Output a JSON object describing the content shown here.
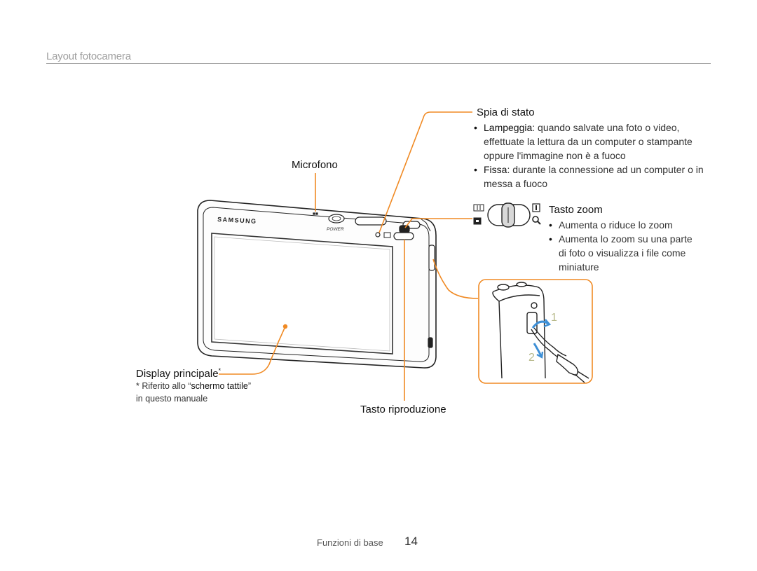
{
  "header": {
    "section_title": "Layout fotocamera"
  },
  "camera": {
    "brand": "SAMSUNG",
    "power_label": "POWER"
  },
  "callouts": {
    "microphone": {
      "label": "Microfono"
    },
    "status_light": {
      "label": "Spia di stato",
      "items": [
        {
          "term": "Lampeggia",
          "text": ": quando salvate una foto o video, effettuate la lettura da un computer o stampante oppure l'immagine non è a fuoco"
        },
        {
          "term": "Fissa",
          "text": ": durante la connessione ad un computer o in messa a fuoco"
        }
      ]
    },
    "zoom": {
      "label": "Tasto zoom",
      "items": [
        "Aumenta o riduce lo zoom",
        "Aumenta lo zoom su una parte di foto o visualizza i file come miniature"
      ]
    },
    "display": {
      "label": "Display principale",
      "marker": "*",
      "note_prefix": "* Riferito allo “",
      "note_term1": "schermo",
      "note_term2": "tattile",
      "note_suffix": "” in questo manuale"
    },
    "playback": {
      "label": "Tasto riproduzione"
    },
    "strap": {
      "step1": "1",
      "step2": "2"
    }
  },
  "footer": {
    "section": "Funzioni di base",
    "page_number": "14"
  },
  "colors": {
    "accent": "#f08a24",
    "outline": "#222222",
    "arrow": "#3d8fd6",
    "step_number": "#b7b98a"
  }
}
